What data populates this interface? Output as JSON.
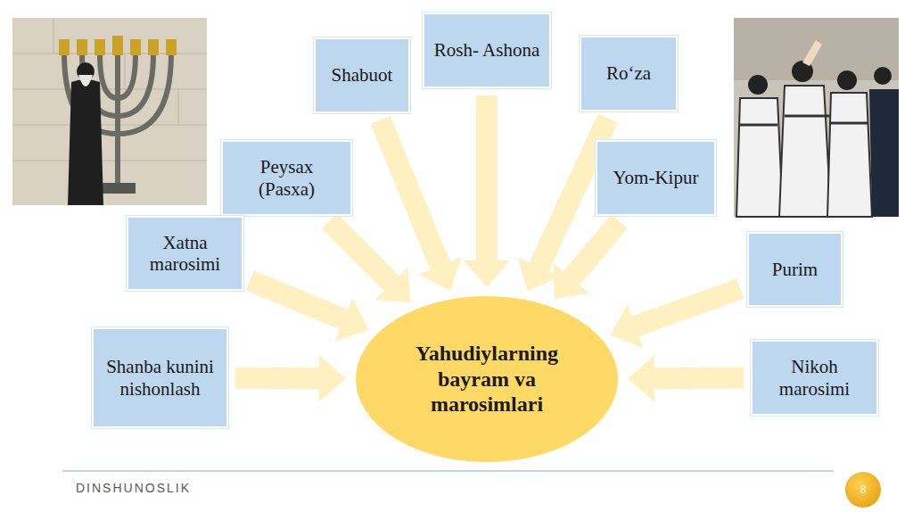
{
  "diagram": {
    "nodes": [
      {
        "text": [
          "Shabuot"
        ]
      },
      {
        "text": [
          "Rosh- Ashona"
        ]
      },
      {
        "text": [
          "Ro‘za"
        ]
      },
      {
        "text": [
          "Peysax (Pasxa)"
        ]
      },
      {
        "text": [
          "Yom-Kipur"
        ]
      },
      {
        "text": [
          "Xatna marosimi"
        ]
      },
      {
        "text": [
          "Purim"
        ]
      },
      {
        "text": [
          "Yahudiylarning bayram va marosimlari"
        ]
      },
      {
        "text": [
          "Shanba kunini nishonlash"
        ]
      },
      {
        "text": [
          "Nikoh marosimi"
        ]
      }
    ],
    "edges": [
      {
        "from": 0,
        "to": 7,
        "arrow": "to"
      },
      {
        "from": 1,
        "to": 7,
        "arrow": "to"
      },
      {
        "from": 2,
        "to": 7,
        "arrow": "to"
      },
      {
        "from": 3,
        "to": 7,
        "arrow": "to"
      },
      {
        "from": 4,
        "to": 7,
        "arrow": "to"
      },
      {
        "from": 5,
        "to": 7,
        "arrow": "to"
      },
      {
        "from": 6,
        "to": 7,
        "arrow": "to"
      },
      {
        "from": 8,
        "to": 7,
        "arrow": "to"
      },
      {
        "from": 9,
        "to": 7,
        "arrow": "to"
      }
    ],
    "labels": [
      "DINSHUNOSLIK",
      "8"
    ]
  }
}
